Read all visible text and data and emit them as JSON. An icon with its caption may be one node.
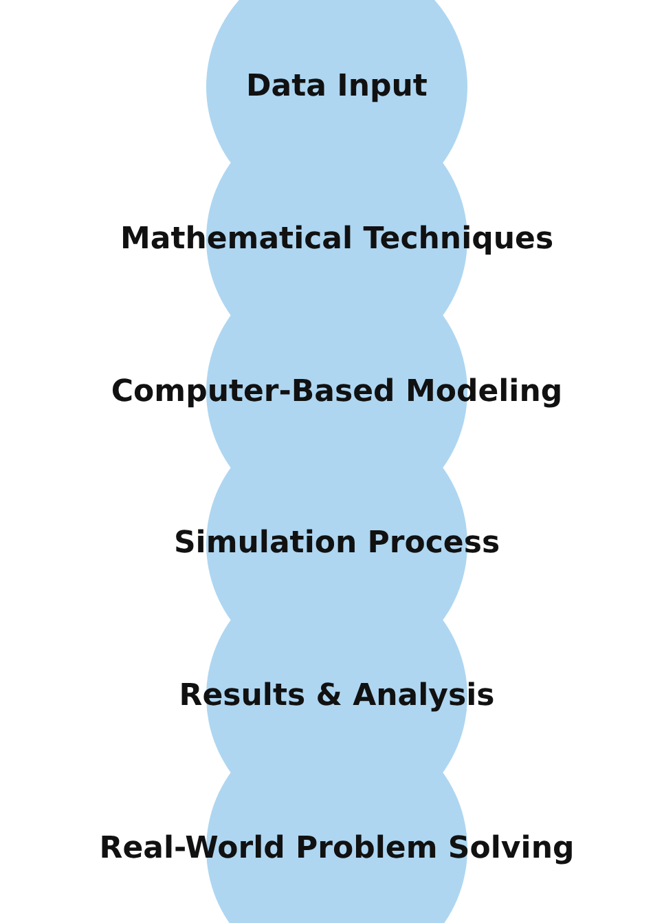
{
  "diagram": {
    "nodes": [
      {
        "text": [
          "Data Input"
        ]
      },
      {
        "text": [
          "Mathematical Techniques"
        ]
      },
      {
        "text": [
          "Computer-Based Modeling"
        ]
      },
      {
        "text": [
          "Simulation Process"
        ]
      },
      {
        "text": [
          "Results & Analysis"
        ]
      },
      {
        "text": [
          "Real-World Problem Solving"
        ]
      }
    ]
  }
}
